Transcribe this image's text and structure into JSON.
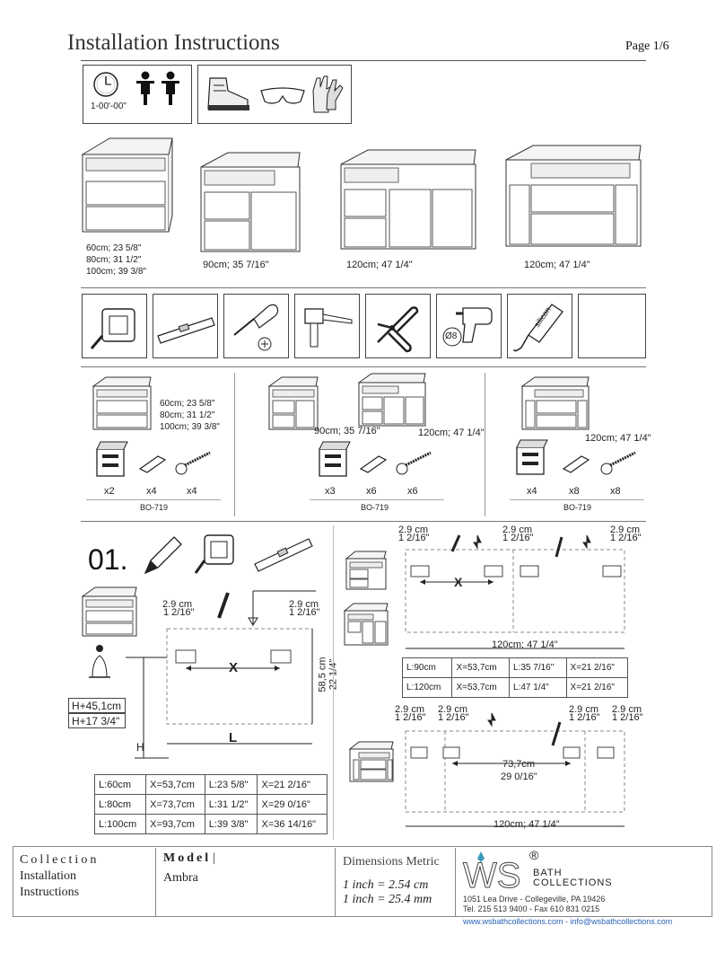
{
  "header": {
    "title": "Installation Instructions",
    "page": "Page 1/6"
  },
  "prep": {
    "time": "1-00'-00\""
  },
  "cabinets": [
    {
      "lines": [
        "60cm; 23 5/8\"",
        "80cm; 31 1/2\"",
        "100cm; 39 3/8\""
      ]
    },
    {
      "lines": [
        "90cm; 35 7/16\""
      ]
    },
    {
      "lines": [
        "120cm; 47 1/4\""
      ]
    },
    {
      "lines": [
        "120cm; 47 1/4\""
      ]
    }
  ],
  "tools": {
    "drill_bit": "Ø8",
    "silicon": "silicon"
  },
  "hardware": {
    "group1": {
      "sizes": [
        "60cm; 23 5/8\"",
        "80cm; 31 1/2\"",
        "100cm; 39 3/8\""
      ],
      "counts": [
        "x2",
        "x4",
        "x4"
      ],
      "code": "BO-719"
    },
    "group2": {
      "size_a": "90cm; 35 7/16\"",
      "size_b": "120cm; 47 1/4\"",
      "counts": [
        "x3",
        "x6",
        "x6"
      ],
      "code": "BO-719"
    },
    "group3": {
      "size": "120cm; 47 1/4\"",
      "counts": [
        "x4",
        "x8",
        "x8"
      ],
      "code": "BO-719"
    }
  },
  "step": {
    "number": "01.",
    "left": {
      "offset_cm": "2.9 cm",
      "offset_in": "1 2/16\"",
      "x_label": "X",
      "l_label": "L",
      "h_label": "H",
      "height_cm": "58,5 cm",
      "height_in": "22 1/4\"",
      "h_metric": "H+45,1cm",
      "h_imperial": "H+17 3/4\"",
      "table": [
        [
          "L:60cm",
          "X=53,7cm",
          "L:23 5/8\"",
          "X=21 2/16\""
        ],
        [
          "L:80cm",
          "X=73,7cm",
          "L:31 1/2\"",
          "X=29 0/16\""
        ],
        [
          "L:100cm",
          "X=93,7cm",
          "L:39 3/8\"",
          "X=36 14/16\""
        ]
      ]
    },
    "right_top": {
      "offset_cm": "2.9 cm",
      "offset_in": "1 2/16\"",
      "x_label": "X",
      "width": "120cm; 47 1/4\"",
      "table": [
        [
          "L:90cm",
          "X=53,7cm",
          "L:35 7/16\"",
          "X=21 2/16\""
        ],
        [
          "L:120cm",
          "X=53,7cm",
          "L:47 1/4\"",
          "X=21 2/16\""
        ]
      ]
    },
    "right_bottom": {
      "offset_cm": "2.9 cm",
      "offset_in": "1 2/16\"",
      "inner_cm": "73,7cm",
      "inner_in": "29 0/16\"",
      "width": "120cm; 47 1/4\""
    }
  },
  "footer": {
    "collection_label": "Collection",
    "collection_value_1": "Installation",
    "collection_value_2": "Instructions",
    "model_label": "Model",
    "model_value": "Ambra",
    "dimensions_label": "Dimensions Metric",
    "conv_1": "1 inch = 2.54 cm",
    "conv_2": "1 inch = 25.4 mm",
    "brand_letters": "WS",
    "brand_line_1": "BATH",
    "brand_line_2": "COLLECTIONS",
    "registered": "®",
    "address": "1051 Lea Drive - Collegeville, PA 19426",
    "phone": "Tel. 215 513 9400 - Fax 610 831 0215",
    "links": "www.wsbathcollections.com - info@wsbathcollections.com"
  }
}
